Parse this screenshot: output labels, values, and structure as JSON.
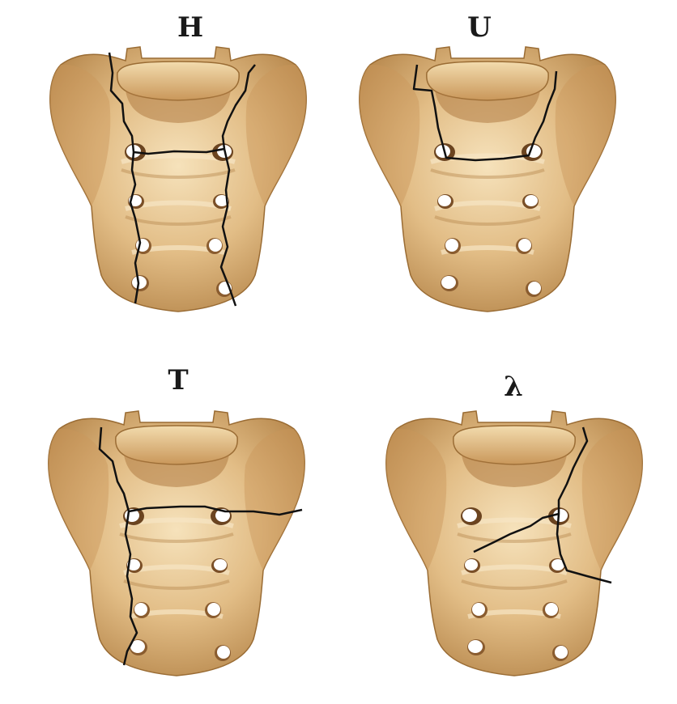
{
  "figure": {
    "panels": [
      {
        "label": "H"
      },
      {
        "label": "U"
      },
      {
        "label": "T"
      },
      {
        "label": "λ"
      }
    ]
  },
  "colors": {
    "bone_light": "#f2dcb2",
    "bone_mid": "#d9b37a",
    "bone_dark": "#a8773f",
    "fracture_line": "#111111",
    "foramen": "#ffffff"
  }
}
